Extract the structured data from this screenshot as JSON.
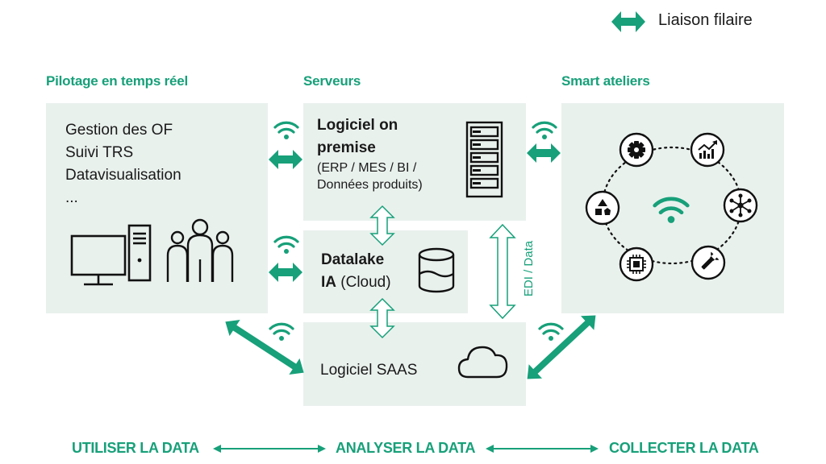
{
  "legend": {
    "label": "Liaison filaire"
  },
  "headings": {
    "left": "Pilotage en temps réel",
    "center": "Serveurs",
    "right": "Smart ateliers"
  },
  "left_panel": {
    "lines": [
      "Gestion des OF",
      "Suivi TRS",
      "Datavisualisation",
      "..."
    ]
  },
  "onpremise": {
    "title_line1": "Logiciel on",
    "title_line2": "premise",
    "sub_line1": "(ERP / MES / BI /",
    "sub_line2": "Données produits)"
  },
  "datalake": {
    "title_bold": "Datalake",
    "ia_bold": "IA",
    "ia_rest": " (Cloud)"
  },
  "saas": {
    "label": "Logiciel SAAS"
  },
  "edi": {
    "label": "EDI / Data"
  },
  "footer": {
    "left": "UTILISER LA DATA",
    "center": "ANALYSER LA DATA",
    "right": "COLLECTER LA DATA"
  },
  "colors": {
    "accent": "#17a079",
    "panel": "#e9f1ed"
  },
  "icons": [
    "double-arrow-icon",
    "wifi-icon",
    "computer-icon",
    "people-icon",
    "server-rack-icon",
    "database-icon",
    "cloud-icon",
    "gear-icon",
    "chart-icon",
    "network-icon",
    "wrench-icon",
    "chip-icon",
    "shapes-icon"
  ]
}
